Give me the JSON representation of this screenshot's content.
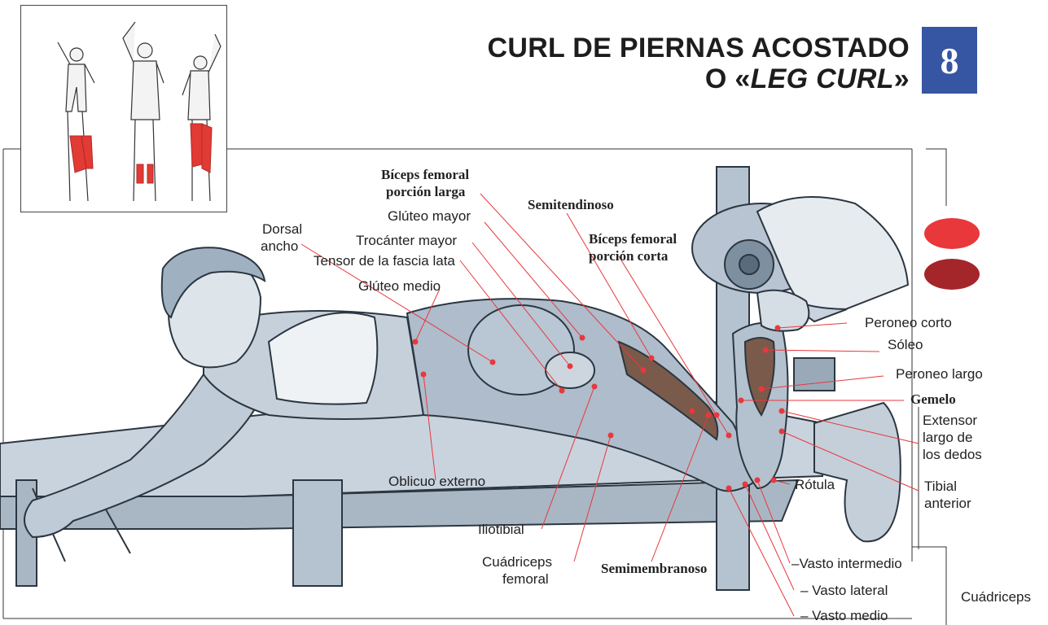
{
  "title": {
    "line1": "CURL DE PIERNAS ACOSTADO",
    "line2_prefix": "O «",
    "line2_italic": "LEG CURL",
    "line2_suffix": "»"
  },
  "exercise_number": "8",
  "legend": {
    "primary_color": "#e8383c",
    "secondary_color": "#a5262a"
  },
  "labels": {
    "biceps_larga_1": "Bíceps femoral",
    "biceps_larga_2": "porción larga",
    "semitendinoso": "Semitendinoso",
    "gluteo_mayor": "Glúteo mayor",
    "dorsal_1": "Dorsal",
    "dorsal_2": "ancho",
    "trocanter": "Trocánter mayor",
    "biceps_corta_1": "Bíceps femoral",
    "biceps_corta_2": "porción corta",
    "tensor": "Tensor de la fascia lata",
    "gluteo_medio": "Glúteo medio",
    "peroneo_corto": "Peroneo corto",
    "soleo": "Sóleo",
    "peroneo_largo": "Peroneo largo",
    "gemelo": "Gemelo",
    "extensor_1": "Extensor",
    "extensor_2": "largo de",
    "extensor_3": "los dedos",
    "tibial_1": "Tibial",
    "tibial_2": "anterior",
    "rotula": "Rótula",
    "oblicuo": "Oblicuo externo",
    "iliotibial": "Iliotibial",
    "cuadriceps_fem_1": "Cuádriceps",
    "cuadriceps_fem_2": "femoral",
    "semimembranoso": "Semimembranoso",
    "vasto_intermedio": "–Vasto intermedio",
    "vasto_lateral": "– Vasto lateral",
    "vasto_medio": "– Vasto medio",
    "cuadriceps": "Cuádriceps"
  }
}
